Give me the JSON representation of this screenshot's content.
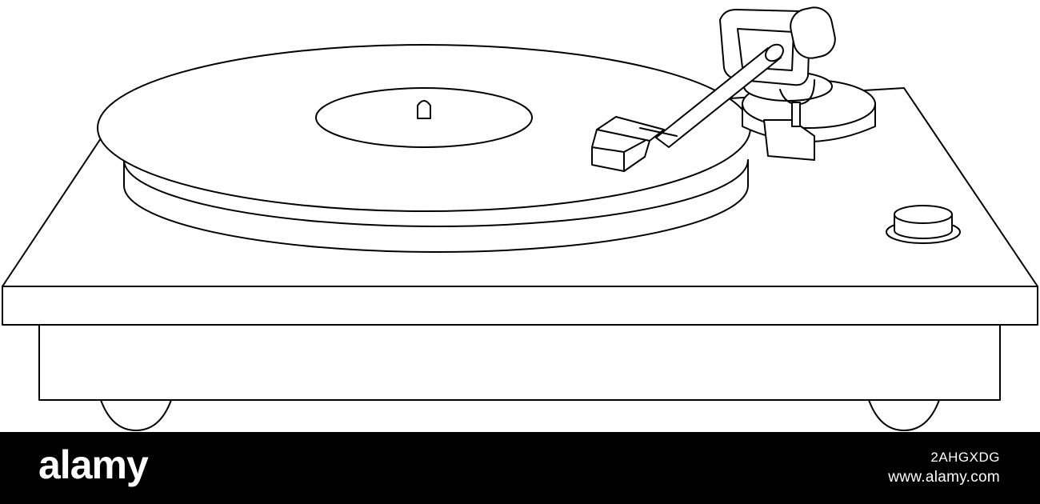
{
  "illustration": {
    "subject": "turntable-line-drawing",
    "stroke_color": "#000000",
    "fill_color": "#ffffff"
  },
  "footer": {
    "background": "#000000",
    "logo_text": "alamy",
    "image_id": "2AHGXDG",
    "url": "www.alamy.com"
  }
}
